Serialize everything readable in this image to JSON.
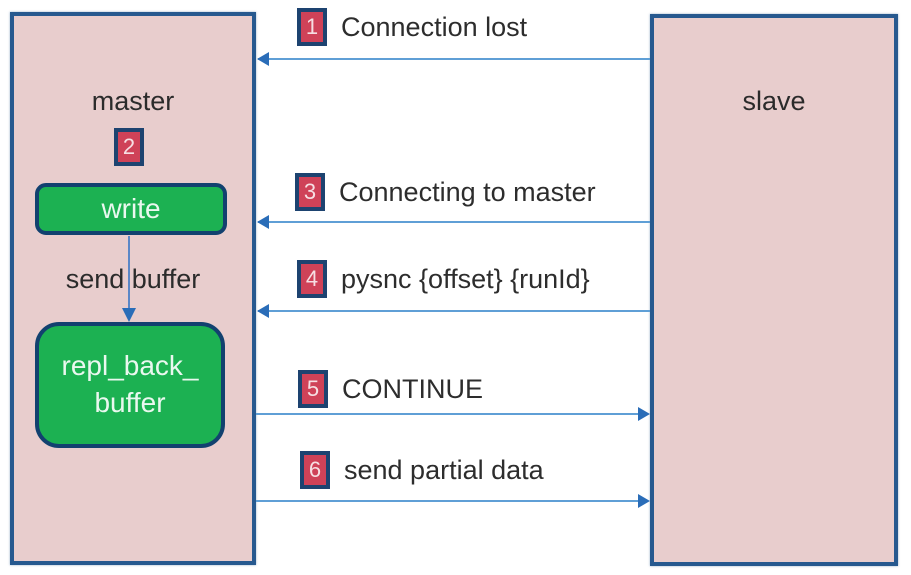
{
  "nodes": {
    "master": {
      "title": "master",
      "step_badge": "2",
      "write_label": "write",
      "send_buffer_label": "send buffer",
      "backlog_line1": "repl_back_",
      "backlog_line2": "buffer"
    },
    "slave": {
      "title": "slave"
    }
  },
  "messages": [
    {
      "step": "1",
      "label": "Connection lost",
      "direction": "slave-to-master"
    },
    {
      "step": "3",
      "label": "Connecting to master",
      "direction": "slave-to-master"
    },
    {
      "step": "4",
      "label": "pysnc {offset} {runId}",
      "direction": "slave-to-master"
    },
    {
      "step": "5",
      "label": "CONTINUE",
      "direction": "master-to-slave"
    },
    {
      "step": "6",
      "label": "send partial data",
      "direction": "master-to-slave"
    }
  ],
  "colors": {
    "node_fill": "#e8cdcd",
    "node_border": "#27598f",
    "green_fill": "#1cb152",
    "green_border": "#12416f",
    "badge_fill": "#cf4258",
    "badge_border": "#1d4370",
    "badge_text": "#f6dfe3",
    "arrow_line": "#5f9fd6",
    "arrow_head": "#2a6db8",
    "text": "#2d2d2d"
  }
}
